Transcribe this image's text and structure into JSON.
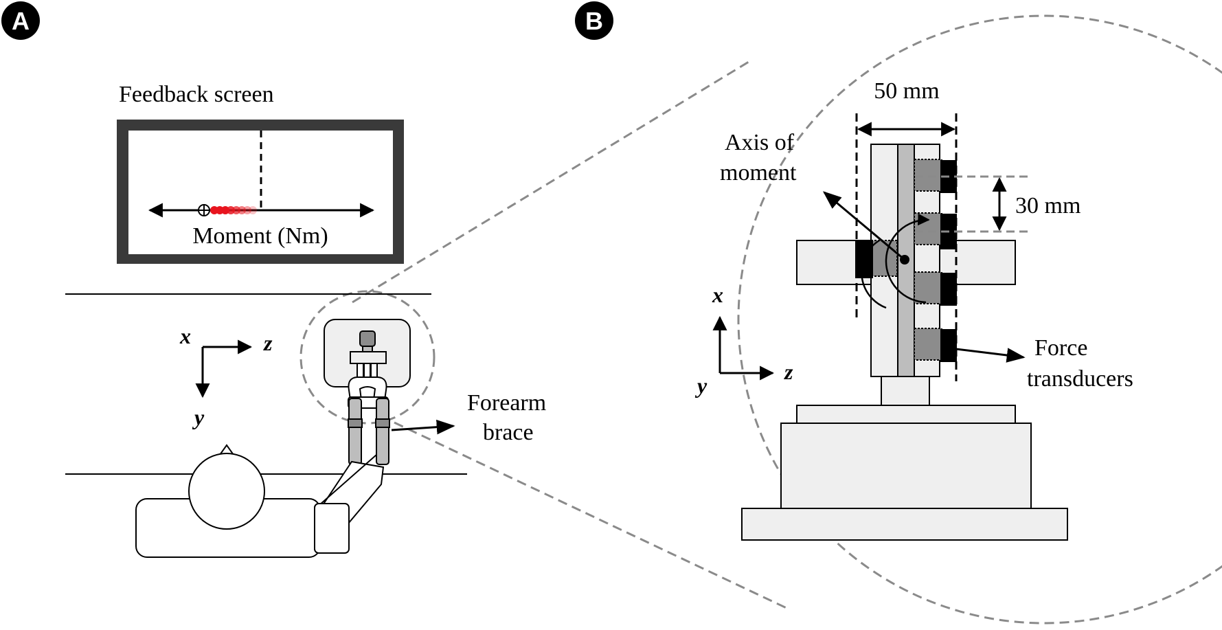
{
  "panels": {
    "a": {
      "badge": "A"
    },
    "b": {
      "badge": "B"
    }
  },
  "labels": {
    "feedback_screen": "Feedback screen",
    "moment_axis": "Moment (Nm)",
    "forearm_brace_line1": "Forearm",
    "forearm_brace_line2": "brace",
    "width_dim": "50 mm",
    "spacing_dim": "30 mm",
    "axis_of_moment_line1": "Axis of",
    "axis_of_moment_line2": "moment",
    "force_transducers_line1": "Force",
    "force_transducers_line2": "transducers"
  },
  "coordinate_axes": {
    "panel_a": {
      "x": "x",
      "y": "y",
      "z": "z"
    },
    "panel_b": {
      "x": "x",
      "y": "y",
      "z": "z"
    }
  },
  "colors": {
    "feedback_marker": "#e8141e",
    "frame_dark": "#3a3a3a",
    "part_light": "#efefef",
    "part_mid": "#bdbdbd",
    "part_dark": "#8c8c8c",
    "transducer": "#000000",
    "zoom_outline": "#8a8a8a"
  }
}
